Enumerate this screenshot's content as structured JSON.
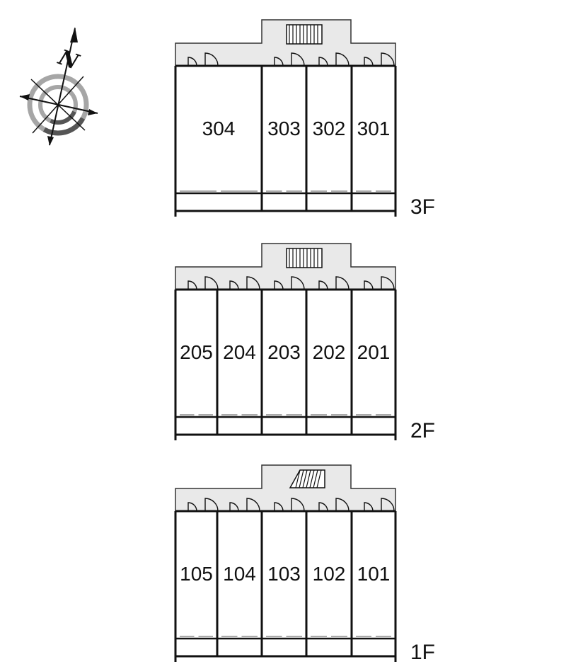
{
  "compass": {
    "north_label": "N",
    "icon": "compass-rose-icon"
  },
  "colors": {
    "corridor": "#e9e9e9",
    "wall": "#111111",
    "compass_ring": "#a6a6a6"
  },
  "floors": [
    {
      "id": "3F",
      "label": "3F",
      "stair_icon": "stair-icon",
      "units": [
        "304",
        "303",
        "302",
        "301"
      ]
    },
    {
      "id": "2F",
      "label": "2F",
      "stair_icon": "stair-icon",
      "units": [
        "205",
        "204",
        "203",
        "202",
        "201"
      ]
    },
    {
      "id": "1F",
      "label": "1F",
      "stair_icon": "stair-up-icon",
      "units": [
        "105",
        "104",
        "103",
        "102",
        "101"
      ]
    }
  ]
}
